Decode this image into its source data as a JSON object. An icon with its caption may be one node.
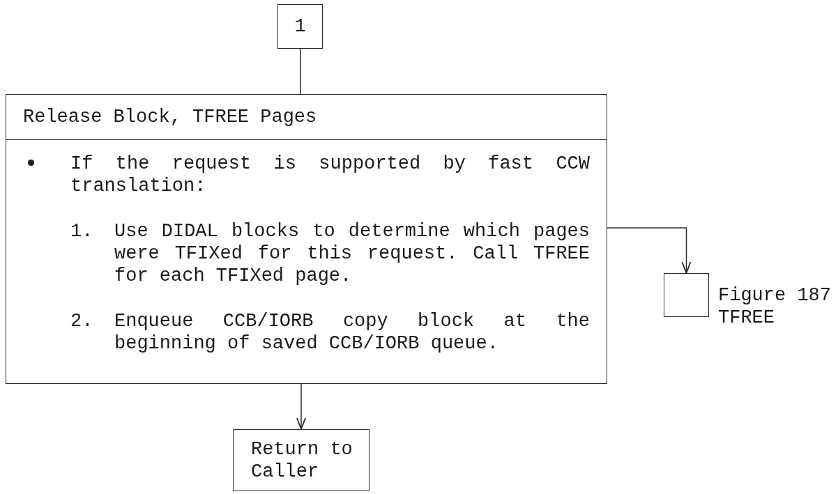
{
  "diagram": {
    "nodes": [
      {
        "text": [
          "1"
        ]
      },
      {
        "text": [
          "Release Block, TFREE Pages",
          "If the request is supported by fast CCW translation:",
          "1.",
          "Use DIDAL blocks to determine which pages were TFIXed for this request. Call TFREE for each TFIXed page.",
          "2.",
          "Enqueue CCB/IORB copy block at the beginning of saved CCB/IORB queue."
        ]
      },
      {
        "text": [],
        "shape": "box",
        "beside": [
          "Figure 187 TFREE"
        ]
      },
      {
        "text": [
          "Return to Caller"
        ]
      }
    ],
    "edges": [
      {
        "from": 0,
        "to": 1,
        "arrow": "none"
      },
      {
        "from": 1,
        "to": 2,
        "arrow": "to"
      },
      {
        "from": 1,
        "to": 3,
        "arrow": "to"
      }
    ]
  }
}
